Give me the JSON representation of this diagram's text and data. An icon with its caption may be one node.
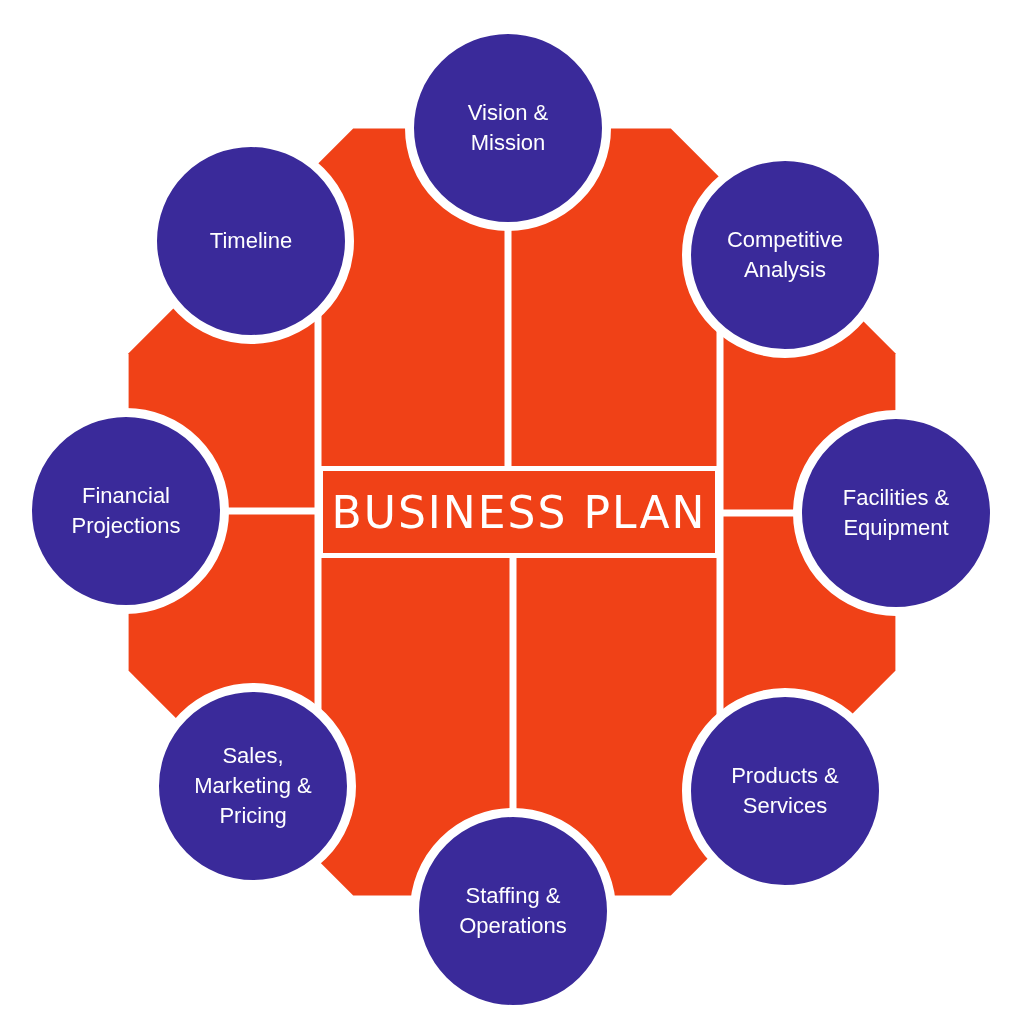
{
  "diagram": {
    "nodes": [
      {
        "text": [
          "BUSINESS PLAN"
        ]
      },
      {
        "text": [
          "Vision & Mission"
        ]
      },
      {
        "text": [
          "Competitive Analysis"
        ]
      },
      {
        "text": [
          "Facilities & Equipment"
        ]
      },
      {
        "text": [
          "Products & Services"
        ]
      },
      {
        "text": [
          "Staffing & Operations"
        ]
      },
      {
        "text": [
          "Sales, Marketing & Pricing"
        ]
      },
      {
        "text": [
          "Financial Projections"
        ]
      },
      {
        "text": [
          "Timeline"
        ]
      }
    ],
    "edges": [
      {
        "from": 0,
        "to": 1,
        "arrow": "none"
      },
      {
        "from": 0,
        "to": 3,
        "arrow": "none"
      },
      {
        "from": 0,
        "to": 5,
        "arrow": "none"
      },
      {
        "from": 0,
        "to": 7,
        "arrow": "none"
      },
      {
        "from": 8,
        "to": 6,
        "arrow": "none"
      },
      {
        "from": 2,
        "to": 4,
        "arrow": "none"
      }
    ]
  }
}
